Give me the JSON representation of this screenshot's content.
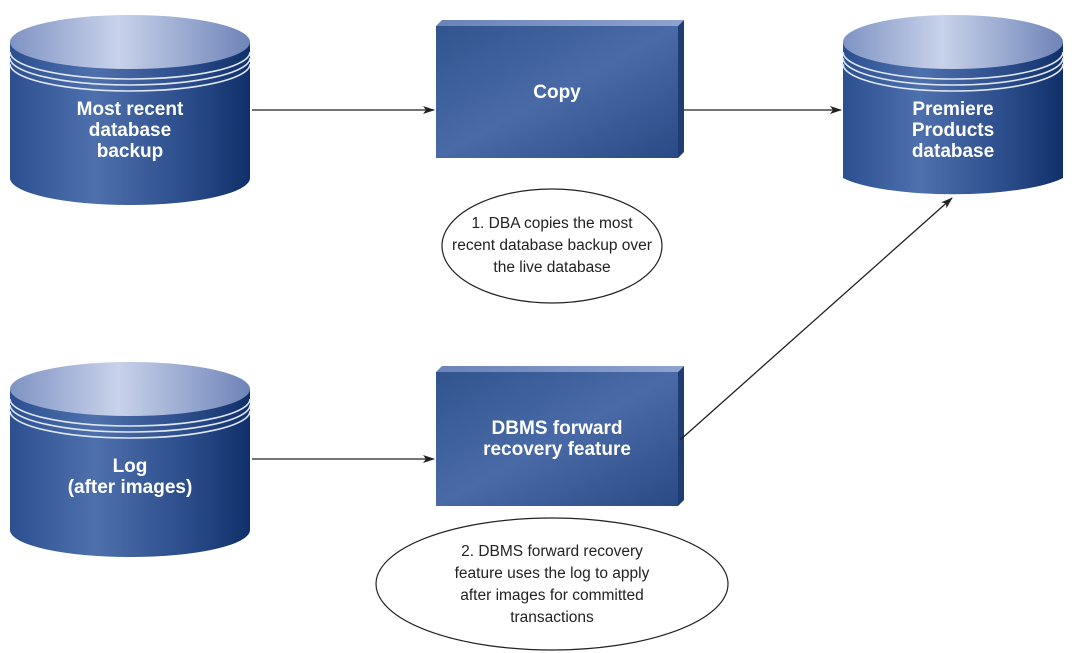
{
  "colors": {
    "dark": "#123675",
    "mid": "#3a5c9c",
    "light": "#aab8d8",
    "arrow": "#222222"
  },
  "nodes": {
    "backup": {
      "lines": [
        "Most recent",
        "database",
        "backup"
      ]
    },
    "copy": {
      "lines": [
        "Copy"
      ]
    },
    "premiere": {
      "lines": [
        "Premiere",
        "Products",
        "database"
      ]
    },
    "log": {
      "lines": [
        "Log",
        "(after images)"
      ]
    },
    "forward": {
      "lines": [
        "DBMS forward",
        "recovery feature"
      ]
    }
  },
  "notes": {
    "step1": {
      "lines": [
        "1.  DBA copies the most",
        "recent database backup over",
        "the live database"
      ]
    },
    "step2": {
      "lines": [
        "2.  DBMS forward recovery",
        "feature uses the log to apply",
        "after images for committed",
        "transactions"
      ]
    }
  }
}
